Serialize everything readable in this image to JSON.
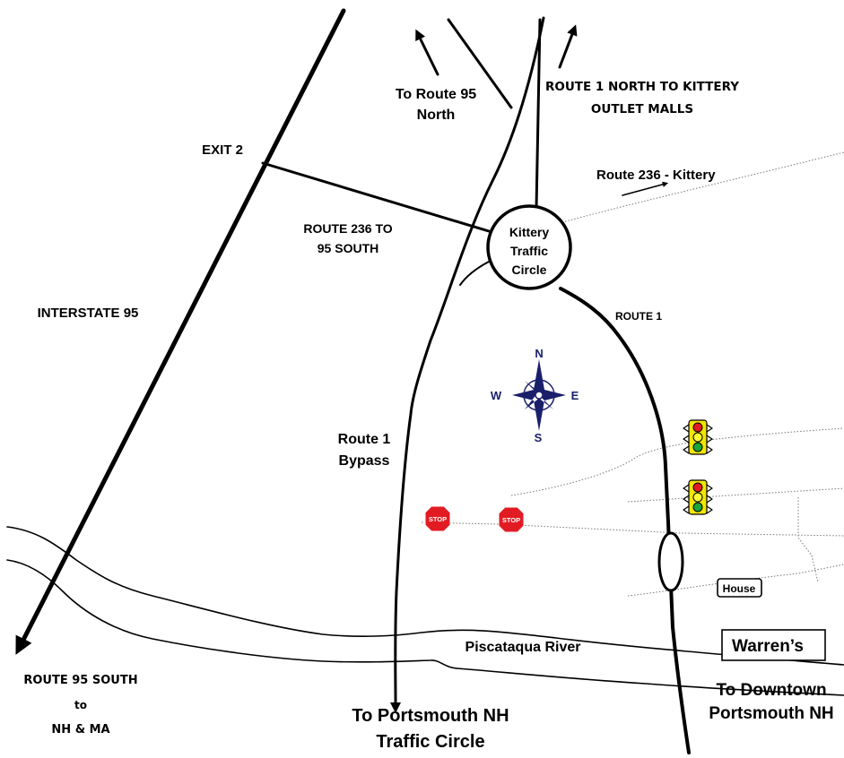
{
  "labels": {
    "to_route95_north_1": "To Route 95",
    "to_route95_north_2": "North",
    "route1_north_1": "ROUTE 1 NORTH TO KITTERY",
    "route1_north_2": "OUTLET MALLS",
    "exit2": "EXIT 2",
    "route236_kittery": "Route 236 - Kittery",
    "route236_south_1": "ROUTE 236 TO",
    "route236_south_2": "95 SOUTH",
    "circle_1": "Kittery",
    "circle_2": "Traffic",
    "circle_3": "Circle",
    "interstate95": "INTERSTATE 95",
    "route1": "ROUTE 1",
    "bypass_1": "Route 1",
    "bypass_2": "Bypass",
    "river": "Piscataqua River",
    "house": "House",
    "warrens": "Warren’s",
    "downtown_1": "To Downtown",
    "downtown_2": "Portsmouth NH",
    "portsmouth_1": "To Portsmouth NH",
    "portsmouth_2": "Traffic Circle",
    "route95_south_1": "ROUTE 95 SOUTH",
    "route95_south_2": "to",
    "route95_south_3": "NH & MA"
  },
  "compass": {
    "n": "N",
    "s": "S",
    "e": "E",
    "w": "W"
  },
  "stop_sign_text": "STOP",
  "colors": {
    "compass": "#1a1f6b",
    "stop": "#e21b23",
    "light_red": "#e21b23",
    "light_yellow": "#ffff33",
    "light_green": "#19a53a",
    "light_body": "#f2e600"
  }
}
